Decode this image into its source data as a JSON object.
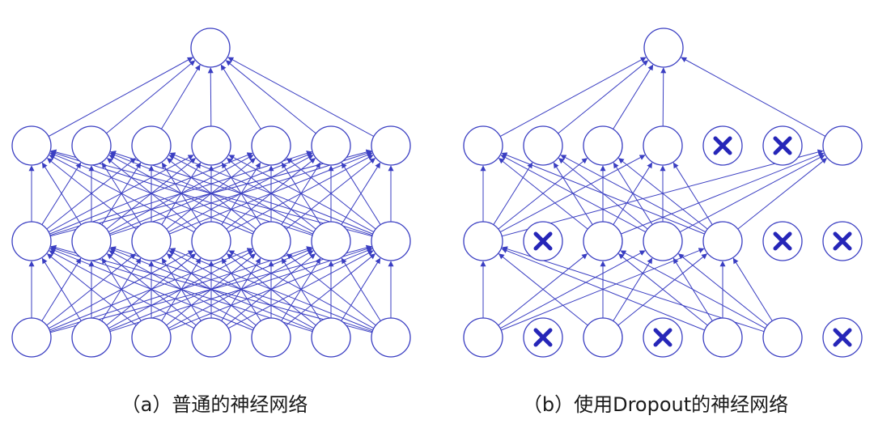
{
  "captions": {
    "a": "（a）普通的神经网络",
    "b": "（b）使用Dropout的神经网络"
  },
  "colors": {
    "edge": "#3a3ec2",
    "node_stroke": "#3a3ec2",
    "drop_mark": "#2626b8"
  },
  "icons": {
    "dropped_neuron": "x-mark-icon"
  },
  "networks": [
    {
      "id": "standard-network",
      "layers": [
        {
          "id": "input",
          "nodes": 7,
          "dropped": []
        },
        {
          "id": "hidden-1",
          "nodes": 7,
          "dropped": []
        },
        {
          "id": "hidden-2",
          "nodes": 7,
          "dropped": []
        },
        {
          "id": "output",
          "nodes": 1,
          "dropped": []
        }
      ]
    },
    {
      "id": "dropout-network",
      "layers": [
        {
          "id": "input",
          "nodes": 7,
          "dropped": [
            1,
            3,
            6
          ]
        },
        {
          "id": "hidden-1",
          "nodes": 7,
          "dropped": [
            1,
            5,
            6
          ]
        },
        {
          "id": "hidden-2",
          "nodes": 7,
          "dropped": [
            4,
            5
          ]
        },
        {
          "id": "output",
          "nodes": 1,
          "dropped": []
        }
      ]
    }
  ]
}
